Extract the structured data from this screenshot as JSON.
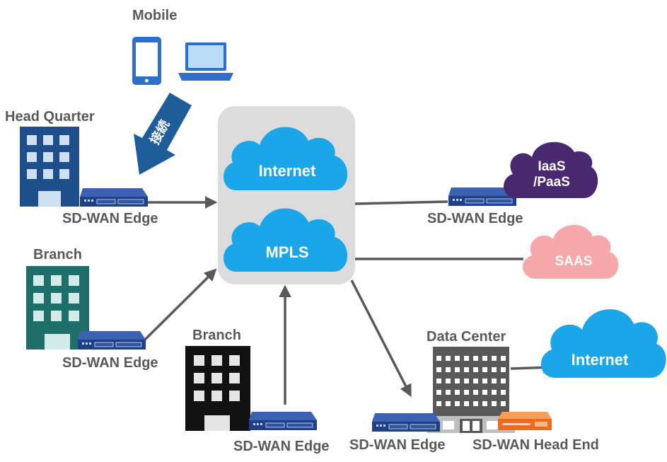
{
  "labels": {
    "mobile": "Mobile",
    "head_quarter": "Head Quarter",
    "branch_left": "Branch",
    "branch_bottom": "Branch",
    "data_center": "Data Center",
    "hq_edge": "SD-WAN Edge",
    "branch_left_edge": "SD-WAN Edge",
    "branch_bottom_edge": "SD-WAN Edge",
    "cloud_edge": "SD-WAN Edge",
    "dc_edge": "SD-WAN Edge",
    "head_end": "SD-WAN Head End",
    "connect_arrow": "接続"
  },
  "clouds": {
    "internet_core": "Internet",
    "mpls": "MPLS",
    "iaas_line1": "IaaS",
    "iaas_line2": "/PaaS",
    "saas": "SAAS",
    "internet_dc": "Internet"
  },
  "colors": {
    "core_box": "#dcdcdc",
    "cloud_blue": "#1aa6e8",
    "cloud_purple": "#48286e",
    "cloud_pink": "#f7a8aa",
    "hq_building": "#1e4f8a",
    "branch_building": "#1e6f6a",
    "branch_bottom_building": "#111111",
    "dc_building": "#595959",
    "router": "#1f3f86",
    "head_end": "#ef6a20",
    "arrow_connect": "#1e5c9a",
    "link": "#595959",
    "label": "#595959"
  }
}
